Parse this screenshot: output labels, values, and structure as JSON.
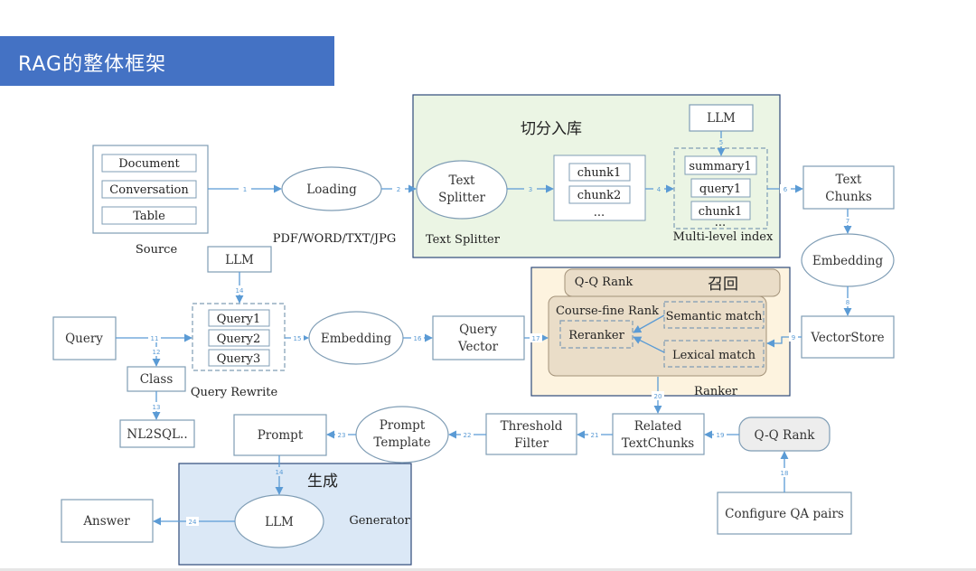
{
  "banner_title": "RAG的整体框架",
  "colors": {
    "banner": "#4472c4",
    "split_zone": "#ebf5e4",
    "ranker_outer": "#fdf3df",
    "ranker_inner": "#eaddc8",
    "generator_zone": "#dbe8f6",
    "arrow": "#5b9bd5",
    "stroke": "#7f9db5"
  },
  "source": {
    "items": [
      "Document",
      "Conversation",
      "Table"
    ],
    "label": "Source"
  },
  "loading": {
    "label": "Loading",
    "formats": "PDF/WORD/TXT/JPG"
  },
  "split_zone": {
    "title": "切分入库",
    "splitter_line1": "Text",
    "splitter_line2": "Splitter",
    "splitter_caption": "Text Splitter",
    "chunks": [
      "chunk1",
      "chunk2",
      "..."
    ],
    "llm": "LLM",
    "index_items": [
      "summary1",
      "query1",
      "chunk1",
      "..."
    ],
    "index_caption": "Multi-level index"
  },
  "text_chunks": {
    "line1": "Text",
    "line2": "Chunks"
  },
  "embedding_right": "Embedding",
  "vectorstore": "VectorStore",
  "query_rewrite": {
    "llm": "LLM",
    "query": "Query",
    "queries": [
      "Query1",
      "Query2",
      "Query3"
    ],
    "caption": "Query Rewrite",
    "class": "Class",
    "nl2sql": "NL2SQL.."
  },
  "embedding_mid": "Embedding",
  "query_vector": {
    "line1": "Query",
    "line2": "Vector"
  },
  "ranker": {
    "qq_rank": "Q-Q Rank",
    "title": "召回",
    "course_fine": "Course-fine Rank",
    "reranker": "Reranker",
    "semantic": "Semantic match",
    "lexical": "Lexical match",
    "caption": "Ranker"
  },
  "related": {
    "line1": "Related",
    "line2": "TextChunks"
  },
  "threshold": {
    "line1": "Threshold",
    "line2": "Filter"
  },
  "prompt_template": {
    "line1": "Prompt",
    "line2": "Template"
  },
  "prompt": "Prompt",
  "qq_rank_pill": "Q-Q Rank",
  "configure_qa": "Configure QA pairs",
  "generator": {
    "title": "生成",
    "llm": "LLM",
    "caption": "Generator"
  },
  "answer": "Answer",
  "step_numbers": {
    "n1": "1",
    "n2": "2",
    "n3": "3",
    "n4": "4",
    "n5": "5",
    "n6": "6",
    "n7": "7",
    "n8": "8",
    "n9": "9",
    "n11": "11",
    "n12": "12",
    "n13": "13",
    "n14a": "14",
    "n15": "15",
    "n16": "16",
    "n17": "17",
    "n18": "18",
    "n19": "19",
    "n20": "20",
    "n21": "21",
    "n22": "22",
    "n23": "23",
    "n14b": "14",
    "n24": "24"
  }
}
